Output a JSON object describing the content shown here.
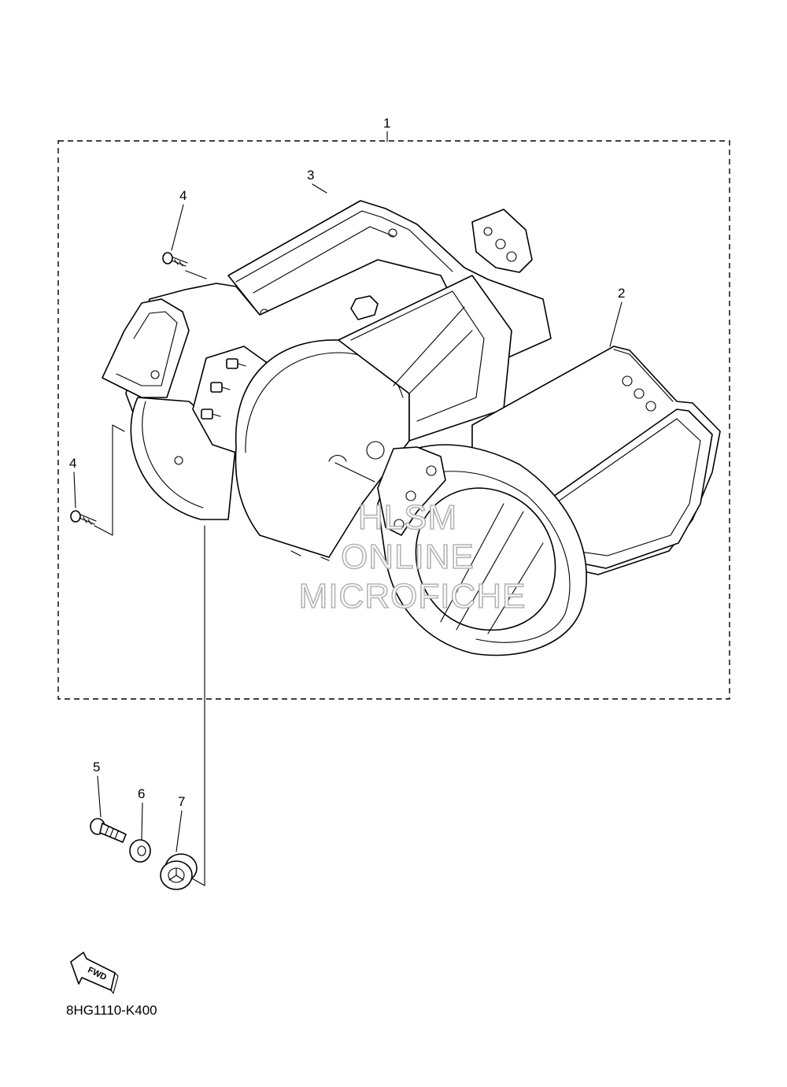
{
  "callouts": {
    "c1": "1",
    "c2": "2",
    "c3": "3",
    "c4a": "4",
    "c4b": "4",
    "c5": "5",
    "c6": "6",
    "c7": "7"
  },
  "fwd_label": "FWD",
  "diagram_code": "8HG1110-K400",
  "watermark": {
    "line1": "HLSM",
    "line2": "ONLINE",
    "line3": "MICROFICHE"
  }
}
